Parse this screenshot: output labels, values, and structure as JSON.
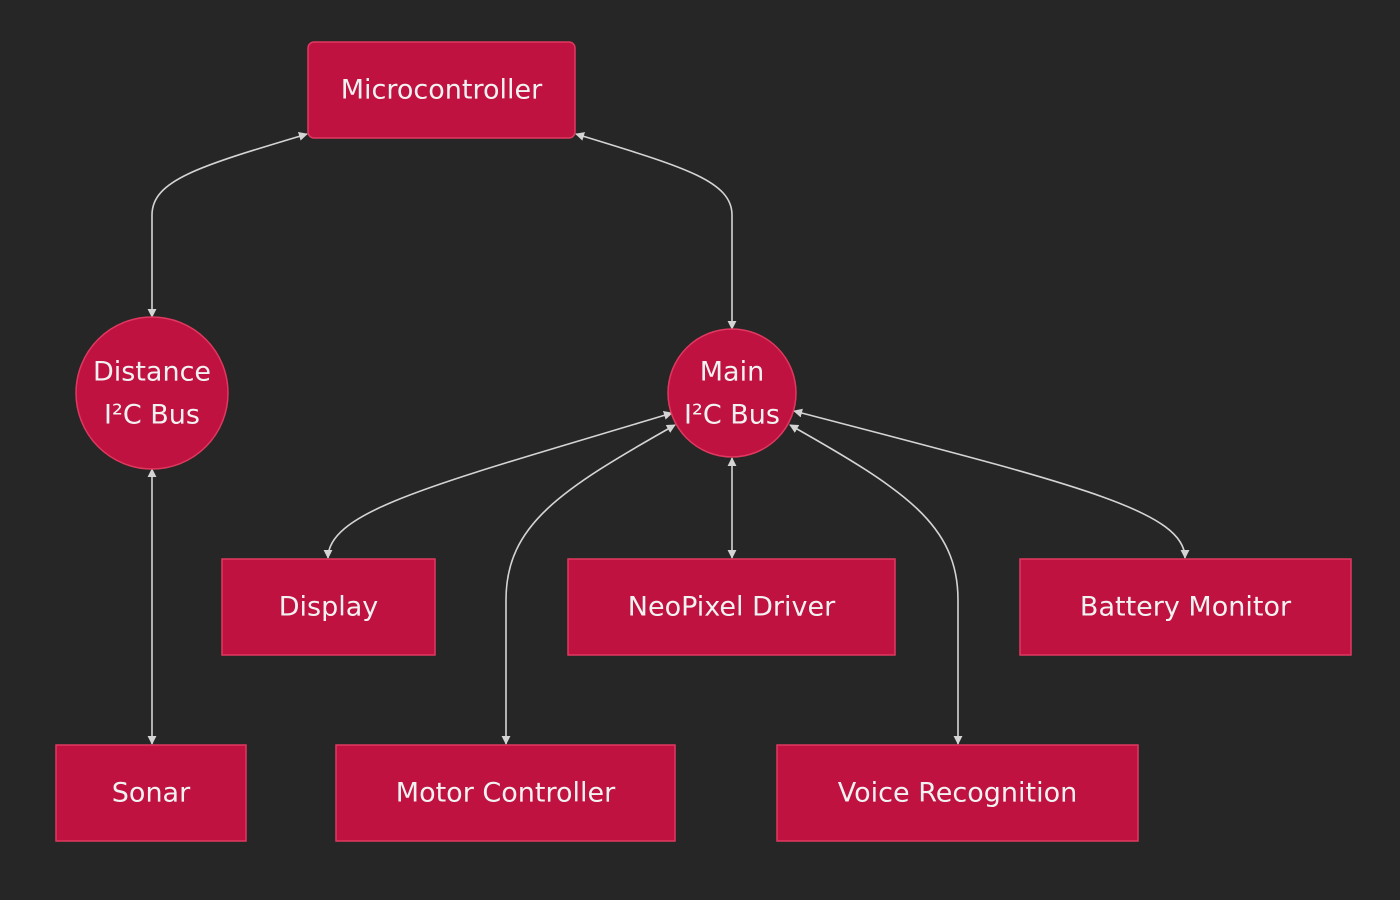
{
  "colors": {
    "background": "#262626",
    "node_fill": "#bf1240",
    "node_stroke": "#e0385f",
    "edge": "#d4d4d4",
    "text": "#f2f2f2"
  },
  "nodes": {
    "microcontroller": {
      "shape": "rounded-rect",
      "lines": [
        "Microcontroller"
      ]
    },
    "distance_bus": {
      "shape": "circle",
      "lines": [
        "Distance",
        "I²C Bus"
      ]
    },
    "main_bus": {
      "shape": "circle",
      "lines": [
        "Main",
        "I²C Bus"
      ]
    },
    "sonar": {
      "shape": "rect",
      "lines": [
        "Sonar"
      ]
    },
    "display": {
      "shape": "rect",
      "lines": [
        "Display"
      ]
    },
    "neopixel": {
      "shape": "rect",
      "lines": [
        "NeoPixel Driver"
      ]
    },
    "battery": {
      "shape": "rect",
      "lines": [
        "Battery Monitor"
      ]
    },
    "motor": {
      "shape": "rect",
      "lines": [
        "Motor Controller"
      ]
    },
    "voice": {
      "shape": "rect",
      "lines": [
        "Voice Recognition"
      ]
    }
  },
  "edges": [
    {
      "from": "microcontroller",
      "to": "distance_bus",
      "direction": "both"
    },
    {
      "from": "microcontroller",
      "to": "main_bus",
      "direction": "both"
    },
    {
      "from": "distance_bus",
      "to": "sonar",
      "direction": "both"
    },
    {
      "from": "main_bus",
      "to": "display",
      "direction": "both"
    },
    {
      "from": "main_bus",
      "to": "motor",
      "direction": "both"
    },
    {
      "from": "main_bus",
      "to": "neopixel",
      "direction": "both"
    },
    {
      "from": "main_bus",
      "to": "voice",
      "direction": "both"
    },
    {
      "from": "main_bus",
      "to": "battery",
      "direction": "both"
    }
  ]
}
